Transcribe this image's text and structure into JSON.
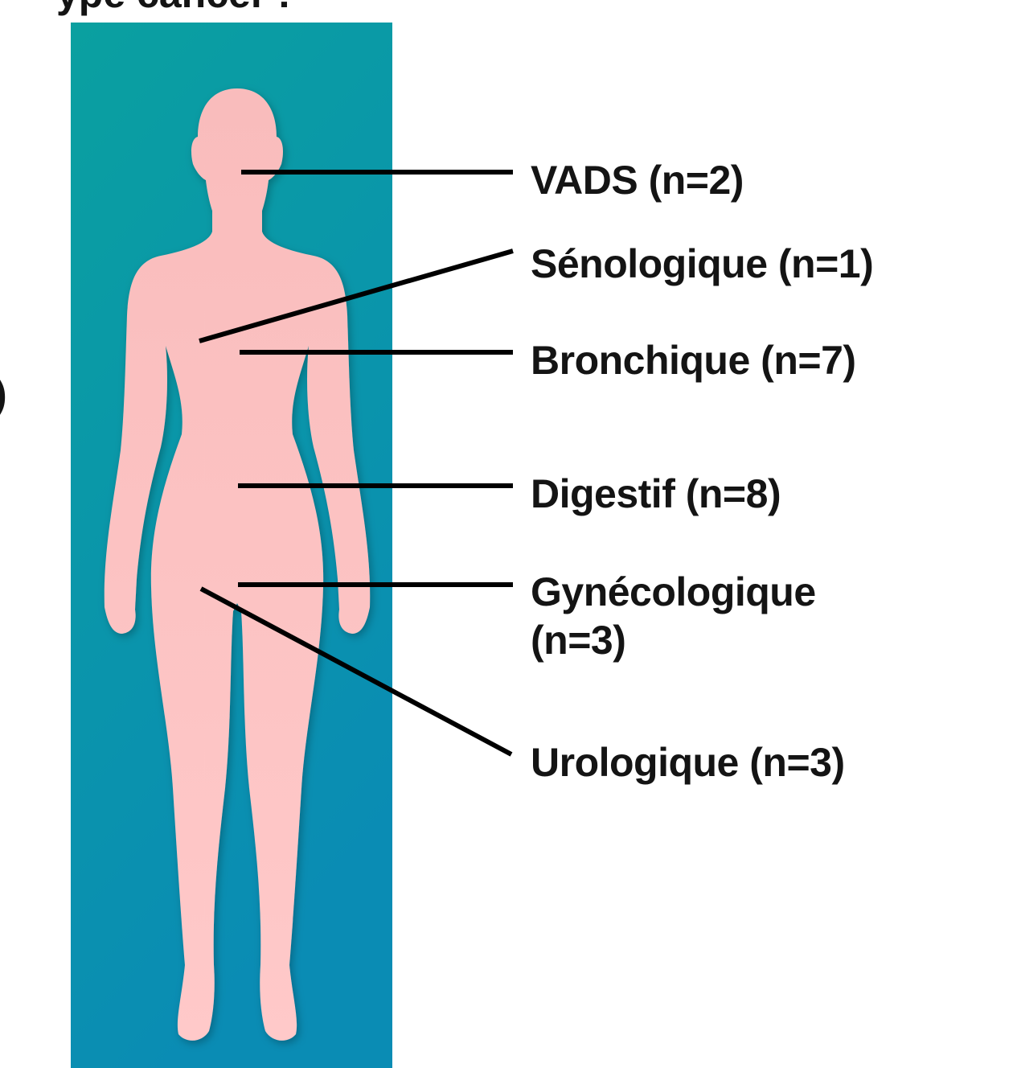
{
  "panel": {
    "gradient_top": "#0aa0a0",
    "gradient_bottom": "#0a8cb4"
  },
  "figure": {
    "icon": "female-body-silhouette",
    "color": "#fcc2c2"
  },
  "leader_color": "#000000",
  "clipped_heading": "ype cancer :",
  "clipped_left_text": ")",
  "labels": [
    {
      "id": "vads",
      "text": "VADS (n=2)"
    },
    {
      "id": "senologique",
      "text": "Sénologique (n=1)"
    },
    {
      "id": "bronchique",
      "text": "Bronchique (n=7)"
    },
    {
      "id": "digestif",
      "text": "Digestif (n=8)"
    },
    {
      "id": "gynecologique",
      "text": "Gynécologique (n=3)"
    },
    {
      "id": "urologique",
      "text": "Urologique (n=3)"
    }
  ]
}
